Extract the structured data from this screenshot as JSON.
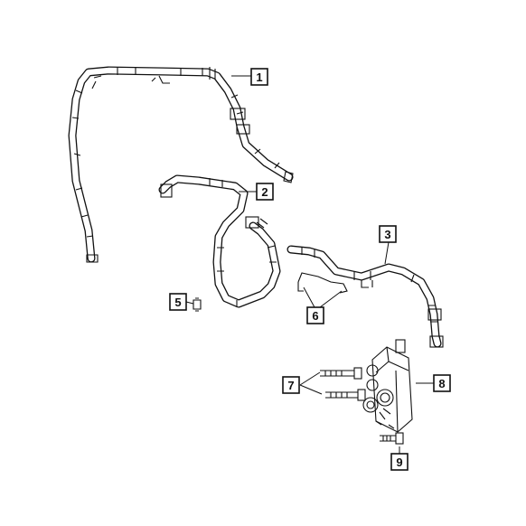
{
  "diagram": {
    "callouts": [
      {
        "id": "1",
        "label": "1"
      },
      {
        "id": "2",
        "label": "2"
      },
      {
        "id": "3",
        "label": "3"
      },
      {
        "id": "5",
        "label": "5"
      },
      {
        "id": "6",
        "label": "6"
      },
      {
        "id": "7",
        "label": "7"
      },
      {
        "id": "8",
        "label": "8"
      },
      {
        "id": "9",
        "label": "9"
      }
    ],
    "colors": {
      "line": "#111111",
      "background": "#ffffff"
    }
  }
}
